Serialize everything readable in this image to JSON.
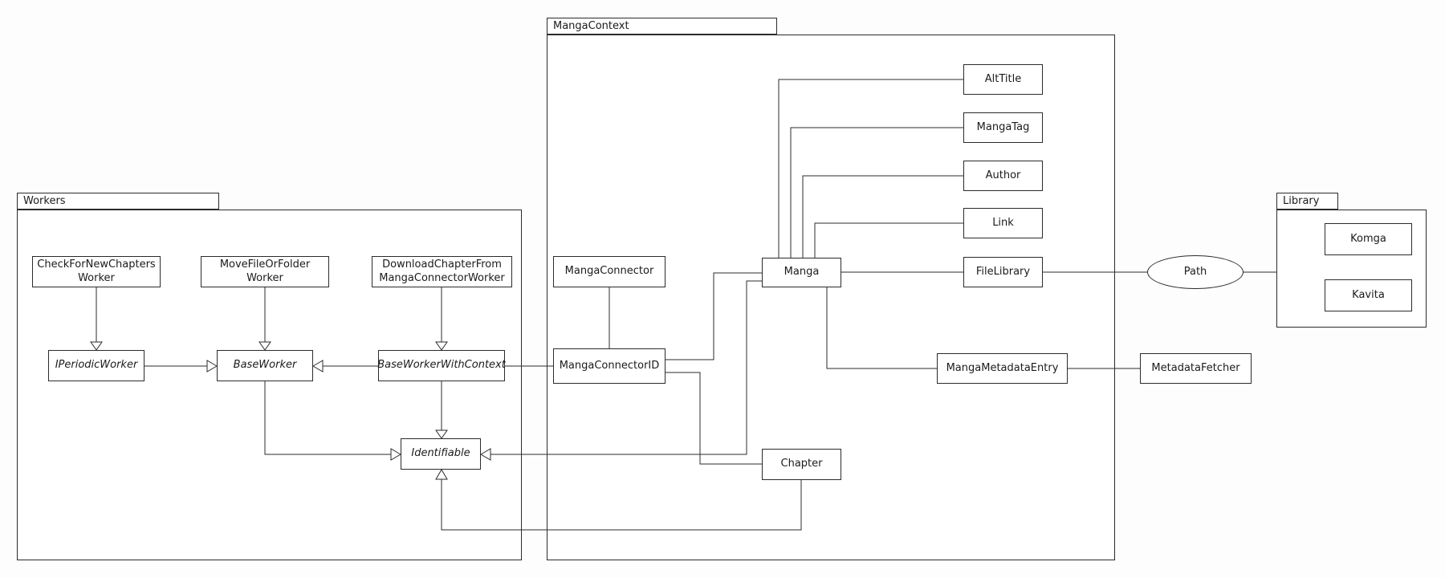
{
  "diagram": {
    "kind": "uml-class-diagram",
    "packages": {
      "workers": {
        "label": "Workers"
      },
      "manga_context": {
        "label": "MangaContext"
      },
      "library": {
        "label": "Library"
      }
    },
    "nodes": {
      "check_for_new_chapters_worker": {
        "label": "CheckForNewChapters\nWorker",
        "stereotype": "class"
      },
      "move_file_or_folder_worker": {
        "label": "MoveFileOrFolder\nWorker",
        "stereotype": "class"
      },
      "download_chapter_from_manga_connector_worker": {
        "label": "DownloadChapterFrom\nMangaConnectorWorker",
        "stereotype": "class"
      },
      "i_periodic_worker": {
        "label": "IPeriodicWorker",
        "stereotype": "abstract"
      },
      "base_worker": {
        "label": "BaseWorker",
        "stereotype": "abstract"
      },
      "base_worker_with_context": {
        "label": "BaseWorkerWithContext",
        "stereotype": "abstract"
      },
      "identifiable": {
        "label": "Identifiable",
        "stereotype": "abstract"
      },
      "manga_connector": {
        "label": "MangaConnector",
        "stereotype": "class"
      },
      "manga_connector_id": {
        "label": "MangaConnectorID",
        "stereotype": "class"
      },
      "manga": {
        "label": "Manga",
        "stereotype": "class"
      },
      "chapter": {
        "label": "Chapter",
        "stereotype": "class"
      },
      "alt_title": {
        "label": "AltTitle",
        "stereotype": "class"
      },
      "manga_tag": {
        "label": "MangaTag",
        "stereotype": "class"
      },
      "author": {
        "label": "Author",
        "stereotype": "class"
      },
      "link": {
        "label": "Link",
        "stereotype": "class"
      },
      "file_library": {
        "label": "FileLibrary",
        "stereotype": "class"
      },
      "manga_metadata_entry": {
        "label": "MangaMetadataEntry",
        "stereotype": "class"
      },
      "path": {
        "label": "Path",
        "stereotype": "usecase-ellipse"
      },
      "metadata_fetcher": {
        "label": "MetadataFetcher",
        "stereotype": "class"
      },
      "komga": {
        "label": "Komga",
        "stereotype": "class"
      },
      "kavita": {
        "label": "Kavita",
        "stereotype": "class"
      }
    },
    "relationships": [
      {
        "from": "CheckForNewChaptersWorker",
        "to": "IPeriodicWorker",
        "type": "inheritance"
      },
      {
        "from": "MoveFileOrFolderWorker",
        "to": "BaseWorker",
        "type": "inheritance"
      },
      {
        "from": "DownloadChapterFromMangaConnectorWorker",
        "to": "BaseWorkerWithContext",
        "type": "inheritance"
      },
      {
        "from": "IPeriodicWorker",
        "to": "BaseWorker",
        "type": "inheritance"
      },
      {
        "from": "BaseWorkerWithContext",
        "to": "BaseWorker",
        "type": "inheritance"
      },
      {
        "from": "BaseWorker",
        "to": "Identifiable",
        "type": "inheritance"
      },
      {
        "from": "BaseWorkerWithContext",
        "to": "Identifiable",
        "type": "inheritance"
      },
      {
        "from": "BaseWorkerWithContext",
        "to": "MangaConnectorID",
        "type": "association"
      },
      {
        "from": "MangaConnector",
        "to": "MangaConnectorID",
        "type": "association"
      },
      {
        "from": "MangaConnectorID",
        "to": "Manga",
        "type": "association"
      },
      {
        "from": "MangaConnectorID",
        "to": "Chapter",
        "type": "association"
      },
      {
        "from": "Manga",
        "to": "Identifiable",
        "type": "inheritance"
      },
      {
        "from": "Chapter",
        "to": "Identifiable",
        "type": "inheritance"
      },
      {
        "from": "Manga",
        "to": "AltTitle",
        "type": "association"
      },
      {
        "from": "Manga",
        "to": "MangaTag",
        "type": "association"
      },
      {
        "from": "Manga",
        "to": "Author",
        "type": "association"
      },
      {
        "from": "Manga",
        "to": "Link",
        "type": "association"
      },
      {
        "from": "Manga",
        "to": "FileLibrary",
        "type": "association"
      },
      {
        "from": "Manga",
        "to": "MangaMetadataEntry",
        "type": "association"
      },
      {
        "from": "MangaMetadataEntry",
        "to": "MetadataFetcher",
        "type": "association"
      },
      {
        "from": "FileLibrary",
        "to": "Path",
        "type": "association"
      },
      {
        "from": "Path",
        "to": "Library",
        "type": "association"
      }
    ]
  }
}
